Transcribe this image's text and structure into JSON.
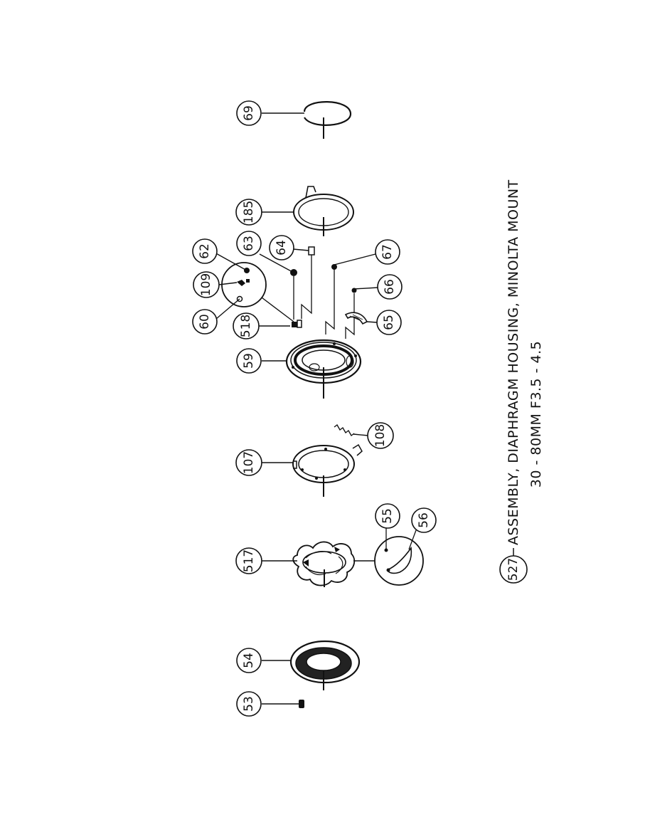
{
  "title": {
    "callout": "527",
    "line1": "ASSEMBLY,  DIAPHRAGM  HOUSING,  MINOLTA  MOUNT",
    "line2": "30 - 80MM  F3.5 - 4.5"
  },
  "callouts": {
    "c53": "53",
    "c54": "54",
    "c517": "517",
    "c55": "55",
    "c56": "56",
    "c107": "107",
    "c108": "108",
    "c59": "59",
    "c518": "518",
    "c60": "60",
    "c109": "109",
    "c62": "62",
    "c63": "63",
    "c64": "64",
    "c65": "65",
    "c66": "66",
    "c67": "67",
    "c185": "185",
    "c69": "69"
  }
}
